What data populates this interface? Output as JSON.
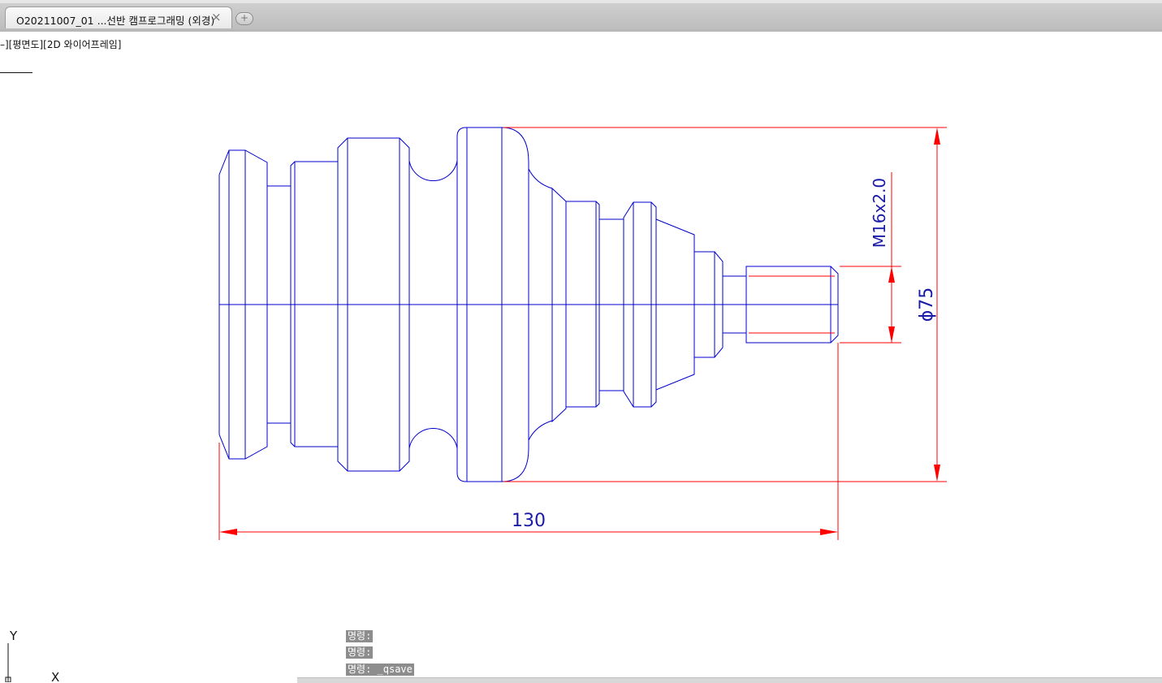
{
  "tab": {
    "title": "O20211007_01 ...선반 캠프로그래밍 (외경)",
    "close_glyph": "×",
    "new_tab_glyph": "+"
  },
  "viewport": {
    "label": "–][평면도][2D 와이어프레임]"
  },
  "dimensions": {
    "length": "130",
    "diameter": "ϕ75",
    "thread": "M16x2.0"
  },
  "command_history": [
    "명령:",
    "명령:",
    "명령: _qsave"
  ],
  "ucs": {
    "y_label": "Y",
    "x_label": "X"
  },
  "colors": {
    "geometry": "#0000cc",
    "dimension_line": "#ff0000",
    "dimension_text": "#1a1aa8"
  }
}
